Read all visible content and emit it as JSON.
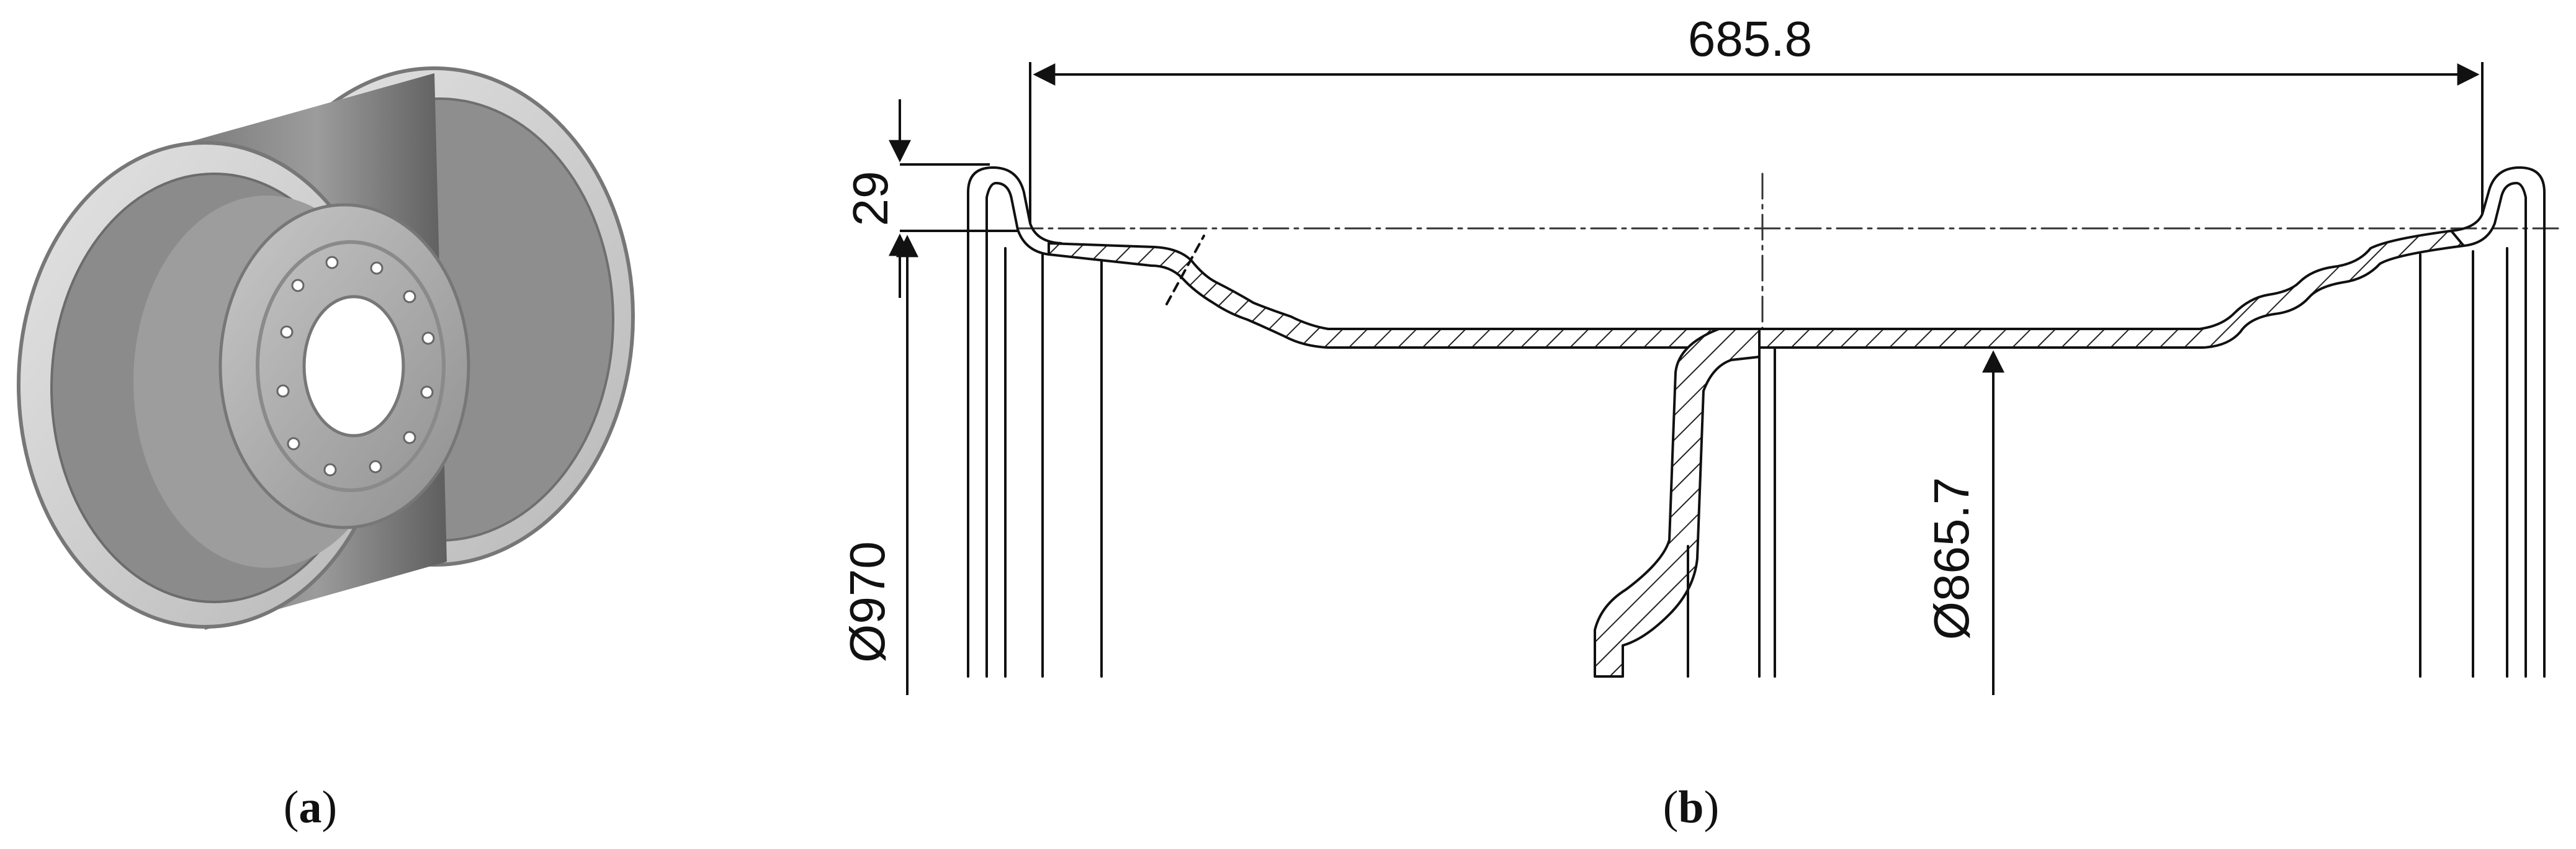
{
  "panels": [
    {
      "id": "a",
      "caption_open": "(",
      "caption_letter": "a",
      "caption_close": ")"
    },
    {
      "id": "b",
      "caption_open": "(",
      "caption_letter": "b",
      "caption_close": ")"
    }
  ],
  "dimensions": {
    "rim_width": "685.8",
    "flange_height": "29",
    "flange_diameter": "Ø970",
    "bead_seat_diameter": "Ø865.7"
  },
  "colors": {
    "line": "#111111",
    "wheel_light": "#d9d9d9",
    "wheel_mid": "#a9a9a9",
    "wheel_dark": "#6e6e6e",
    "centerline": "#333333"
  }
}
